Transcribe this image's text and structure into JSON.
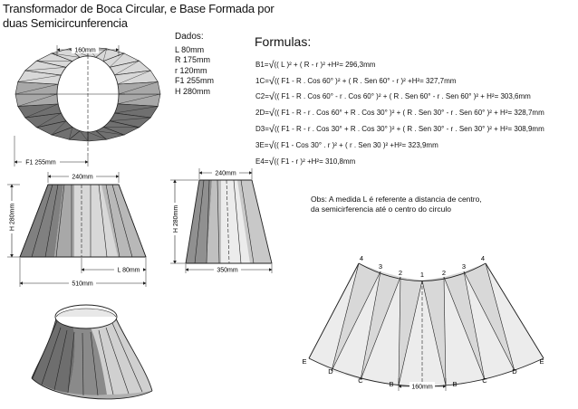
{
  "title": {
    "line1": "Transformador de Boca Circular, e Base Formada por",
    "line2": "duas Semicircunferencia"
  },
  "dados": {
    "heading": "Dados:",
    "values": [
      "L 80mm",
      "R 175mm",
      "r 120mm",
      "F1 255mm",
      "H 280mm"
    ]
  },
  "formulas": {
    "heading": "Formulas:",
    "items": [
      {
        "label": "B1=",
        "expr": "(( L )² + ( R - r )² +H²= 296,3mm"
      },
      {
        "label": "1C=",
        "expr": "(( F1 - R . Cos 60° )² + ( R . Sen 60° - r )² +H²= 327,7mm"
      },
      {
        "label": "C2=",
        "expr": "(( F1 - R . Cos 60° - r . Cos 60° )² + ( R . Sen 60° - r . Sen 60° )² + H²= 303,6mm"
      },
      {
        "label": "2D=",
        "expr": "(( F1 - R - r . Cos 60° + R . Cos 30° )² + ( R . Sen 30° - r . Sen 60° )² + H²= 328,7mm"
      },
      {
        "label": "D3=",
        "expr": "(( F1 - R - r . Cos 30° + R . Cos 30° )² + ( R . Sen 30° - r . Sen 30° )² + H²= 308,9mm"
      },
      {
        "label": "3E=",
        "expr": "(( F1 - Cos 30° . r )² + ( r . Sen 30 )² +H²= 323,9mm"
      },
      {
        "label": "E4=",
        "expr": "(( F1 - r )² +H²= 310,8mm"
      }
    ]
  },
  "obs": {
    "line1": "Obs: A medida L é referente a distancia de centro,",
    "line2": "da semicirferencia até o centro do circulo"
  },
  "dimensions": {
    "top_160": "160mm",
    "f1": "F1 255mm",
    "front_240": "240mm",
    "front_h": "H 280mm",
    "front_l": "L 80mm",
    "front_510": "510mm",
    "side_240": "240mm",
    "side_h": "H 280mm",
    "side_350": "350mm",
    "dev_160": "160mm"
  },
  "development_labels": {
    "top": [
      "4",
      "3",
      "2",
      "1",
      "2",
      "3",
      "4"
    ],
    "bottom": [
      "E",
      "D",
      "C",
      "B",
      "B",
      "C",
      "D",
      "E"
    ]
  },
  "colors": {
    "dark": "#707070",
    "mid": "#a8a8a8",
    "light": "#d8d8d8",
    "lighter": "#ececec",
    "line": "#222222"
  }
}
